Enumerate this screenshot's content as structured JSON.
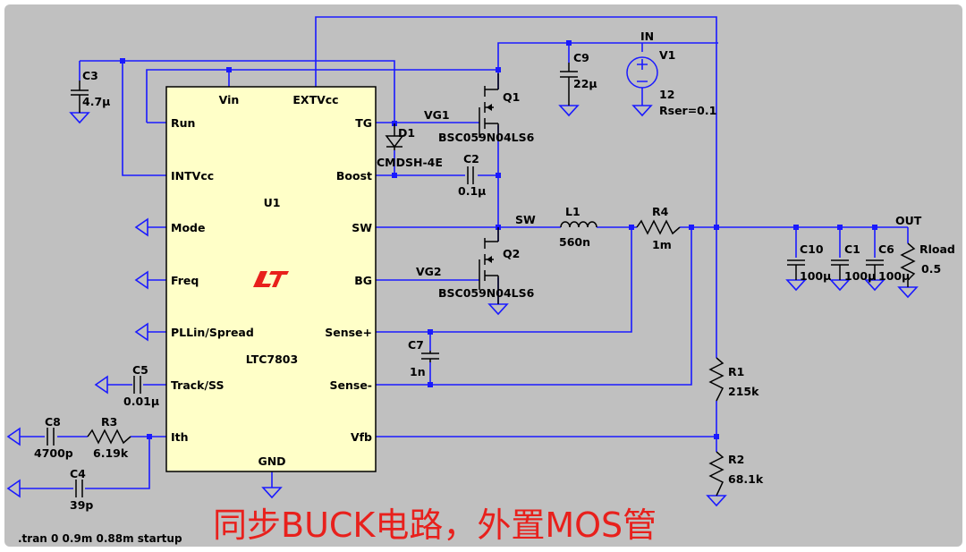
{
  "colors": {
    "background": "#c0c0c0",
    "ic_fill": "#ffffc8",
    "wire": "#1a1aff",
    "title": "#e8201c",
    "logo": "#e8201c"
  },
  "ic": {
    "ref": "U1",
    "part": "LTC7803",
    "logo": "LT",
    "pins_left": [
      "Run",
      "INTVcc",
      "Mode",
      "Freq",
      "PLLin/Spread",
      "Track/SS",
      "Ith"
    ],
    "pins_right": [
      "TG",
      "Boost",
      "SW",
      "BG",
      "Sense+",
      "Sense-",
      "Vfb"
    ],
    "pins_top": [
      "Vin",
      "EXTVcc"
    ],
    "pin_bottom": "GND"
  },
  "parts": {
    "c3": {
      "ref": "C3",
      "value": "4.7µ"
    },
    "c9": {
      "ref": "C9",
      "value": "22µ"
    },
    "v1": {
      "ref": "V1",
      "label": "IN",
      "value": "12",
      "rser": "Rser=0.1"
    },
    "q1": {
      "ref": "Q1",
      "model": "BSC059N04LS6"
    },
    "q2": {
      "ref": "Q2",
      "model": "BSC059N04LS6"
    },
    "d1": {
      "ref": "D1",
      "model": "CMDSH-4E"
    },
    "c2": {
      "ref": "C2",
      "value": "0.1µ"
    },
    "l1": {
      "ref": "L1",
      "value": "560n"
    },
    "r4": {
      "ref": "R4",
      "value": "1m"
    },
    "c10": {
      "ref": "C10",
      "value": "100µ"
    },
    "c1": {
      "ref": "C1",
      "value": "100µ"
    },
    "c6": {
      "ref": "C6",
      "value": "100µ"
    },
    "rload": {
      "ref": "Rload",
      "value": "0.5",
      "label": "OUT"
    },
    "c7": {
      "ref": "C7",
      "value": "1n"
    },
    "r1": {
      "ref": "R1",
      "value": "215k"
    },
    "r2": {
      "ref": "R2",
      "value": "68.1k"
    },
    "c5": {
      "ref": "C5",
      "value": "0.01µ"
    },
    "c8": {
      "ref": "C8",
      "value": "4700p"
    },
    "r3": {
      "ref": "R3",
      "value": "6.19k"
    },
    "c4": {
      "ref": "C4",
      "value": "39p"
    }
  },
  "nets": {
    "vg1": "VG1",
    "vg2": "VG2",
    "sw": "SW"
  },
  "directive": ".tran 0 0.9m 0.88m startup",
  "title": "同步BUCK电路，外置MOS管"
}
